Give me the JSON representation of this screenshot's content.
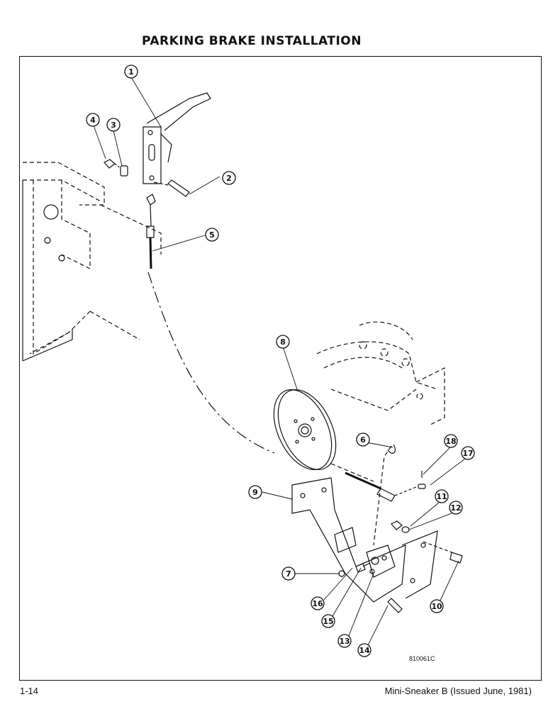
{
  "page": {
    "title": "PARKING BRAKE INSTALLATION",
    "page_number": "1-14",
    "footer_text": "Mini-Sneaker B (Issued June, 1981)",
    "drawing_code": "810061C"
  },
  "callouts": [
    "1",
    "2",
    "3",
    "4",
    "5",
    "6",
    "7",
    "8",
    "9",
    "10",
    "11",
    "12",
    "13",
    "14",
    "15",
    "16",
    "17",
    "18"
  ]
}
